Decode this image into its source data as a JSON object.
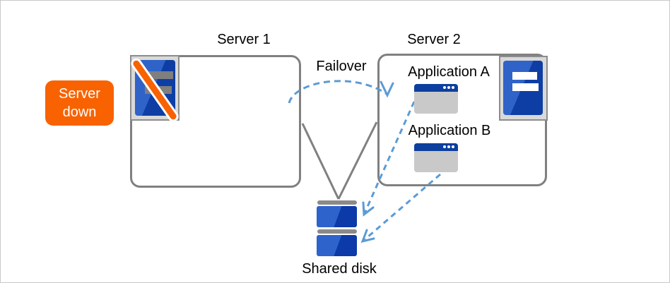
{
  "diagram": {
    "badge": {
      "label": "Server down"
    },
    "server1": {
      "title": "Server 1"
    },
    "server2": {
      "title": "Server 2",
      "apps": [
        {
          "label": "Application A"
        },
        {
          "label": "Application B"
        }
      ]
    },
    "connections": {
      "failover_label": "Failover"
    },
    "shared_disk": {
      "label": "Shared disk"
    },
    "icons": {
      "server1": "crossed-out-server-icon",
      "server2": "server-icon",
      "application": "app-window-icon",
      "shared_disk": "stacked-disk-icon"
    },
    "colors": {
      "accent_orange": "#F86200",
      "arrow_blue": "#5B9BD5",
      "line_gray": "#808080",
      "server_blue_light": "#2F63C8",
      "server_blue_dark": "#0E3EA4",
      "app_titlebar_blue": "#0D3F9E",
      "panel_gray": "#D9D9D9"
    }
  }
}
